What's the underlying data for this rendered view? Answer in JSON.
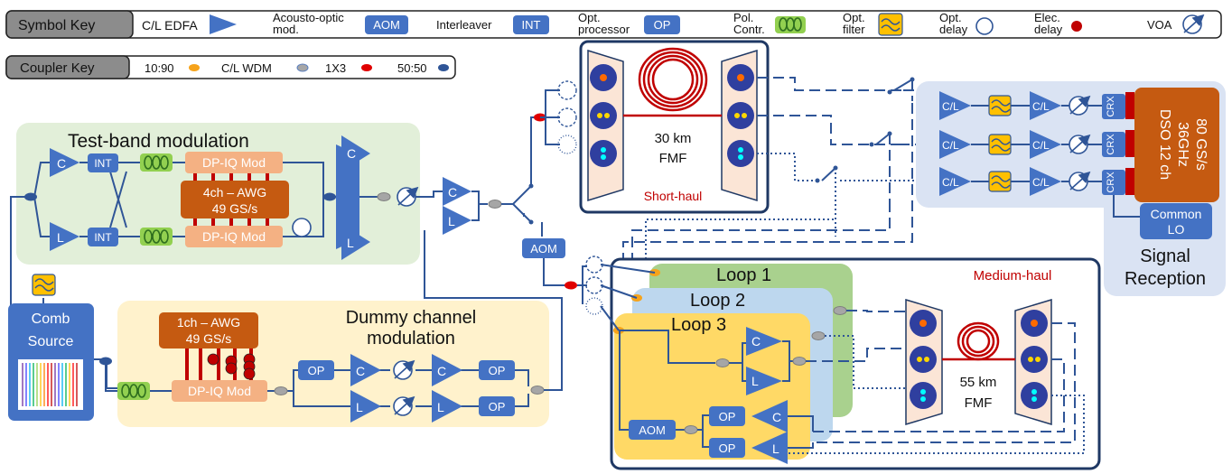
{
  "symbol_key": {
    "title": "Symbol Key",
    "items": {
      "edfa": "C/L EDFA",
      "aom_label_1": "Acousto-optic",
      "aom_label_2": "mod.",
      "aom_box": "AOM",
      "int_label": "Interleaver",
      "int_box": "INT",
      "op_label_1": "Opt.",
      "op_label_2": "processor",
      "op_box": "OP",
      "pol_1": "Pol.",
      "pol_2": "Contr.",
      "filter_1": "Opt.",
      "filter_2": "filter",
      "odelay_1": "Opt.",
      "odelay_2": "delay",
      "edelay_1": "Elec.",
      "edelay_2": "delay",
      "voa": "VOA"
    }
  },
  "coupler_key": {
    "title": "Coupler Key",
    "c1090": "10:90",
    "wdm": "C/L WDM",
    "x13": "1X3",
    "c5050": "50:50"
  },
  "test_band": {
    "title": "Test-band modulation",
    "c": "C",
    "l": "L",
    "int": "INT",
    "dpiq": "DP-IQ Mod",
    "awg_1": "4ch – AWG",
    "awg_2": "49 GS/s"
  },
  "comb": {
    "line1": "Comb",
    "line2": "Source"
  },
  "dummy": {
    "title_1": "Dummy channel",
    "title_2": "modulation",
    "awg_1": "1ch – AWG",
    "awg_2": "49 GS/s",
    "dpiq": "DP-IQ Mod",
    "op": "OP",
    "c": "C",
    "l": "L"
  },
  "middle": {
    "c": "C",
    "l": "L",
    "aom": "AOM"
  },
  "short_haul": {
    "title": "Short-haul",
    "fmf_1": "30 km",
    "fmf_2": "FMF"
  },
  "medium_haul": {
    "title": "Medium-haul",
    "loop1": "Loop 1",
    "loop2": "Loop 2",
    "loop3": "Loop 3",
    "fmf_1": "55 km",
    "fmf_2": "FMF",
    "aom": "AOM",
    "op": "OP",
    "c": "C",
    "l": "L"
  },
  "reception": {
    "title_1": "Signal",
    "title_2": "Reception",
    "cl": "C/L",
    "crx": "CRX",
    "dso_1": "DSO 12 ch",
    "dso_2": "36GHz",
    "dso_3": "80 GS/s",
    "lo_1": "Common",
    "lo_2": "LO"
  },
  "colors": {
    "component_blue": "#4472c4",
    "line_blue": "#2f5597",
    "test_band_bg": "#e2efd9",
    "dummy_bg": "#fff2cc",
    "reception_bg": "#dae3f3",
    "awg_orange": "#c55a11",
    "dpiq_salmon": "#f4b183",
    "pol_green": "#92d050",
    "coupler_orange": "#f6a31b",
    "coupler_grey": "#a6a6a6",
    "coupler_red": "#e00000",
    "fiber_red": "#c00000"
  }
}
